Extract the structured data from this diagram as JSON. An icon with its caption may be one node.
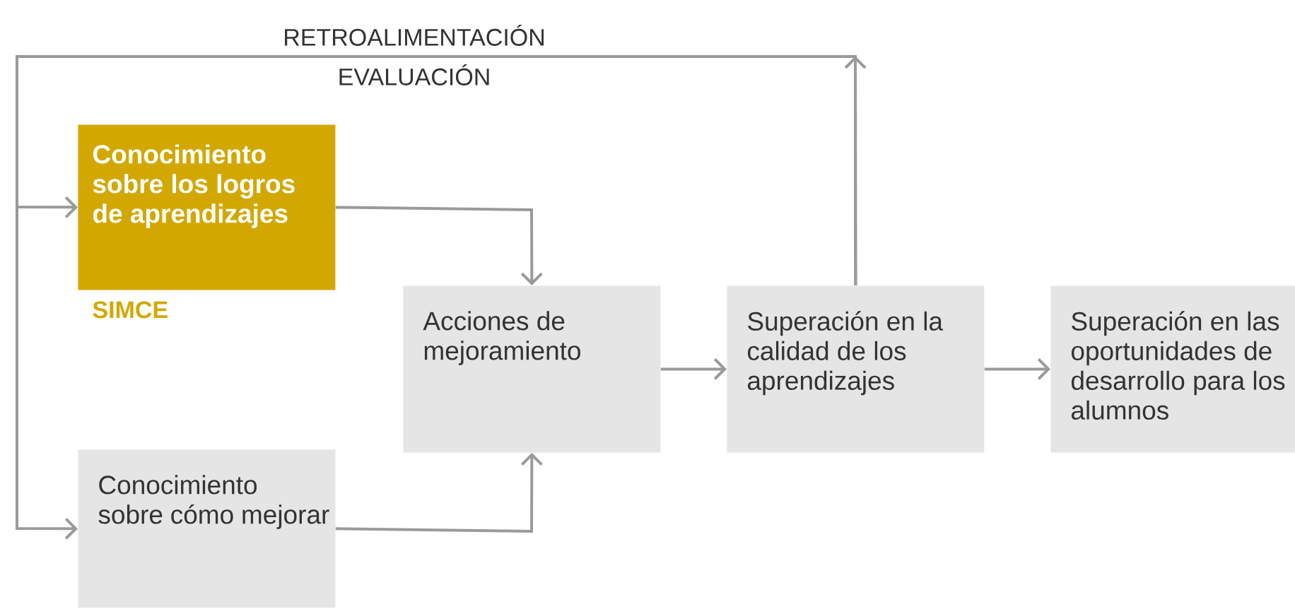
{
  "diagram": {
    "nodes": [
      {
        "text": [
          "Conocimiento sobre los logros de aprendizajes"
        ],
        "beside": [
          "SIMCE"
        ]
      },
      {
        "text": [
          "Conocimiento sobre cómo mejorar"
        ]
      },
      {
        "text": [
          "Acciones de mejoramiento"
        ]
      },
      {
        "text": [
          "Superación en la calidad de los aprendizajes"
        ]
      },
      {
        "text": [
          "Superación en las oportunidades de desarrollo para los alumnos"
        ]
      }
    ],
    "edges": [
      {
        "from": 3,
        "to": 0,
        "arrow": "to",
        "label": "RETROALIMENTACIÓN"
      },
      {
        "from": 3,
        "to": 1,
        "arrow": "to",
        "label": "EVALUACIÓN"
      },
      {
        "from": 0,
        "to": 2,
        "arrow": "to"
      },
      {
        "from": 1,
        "to": 2,
        "arrow": "to"
      },
      {
        "from": 2,
        "to": 3,
        "arrow": "to"
      },
      {
        "from": 3,
        "to": 4,
        "arrow": "to"
      }
    ]
  }
}
